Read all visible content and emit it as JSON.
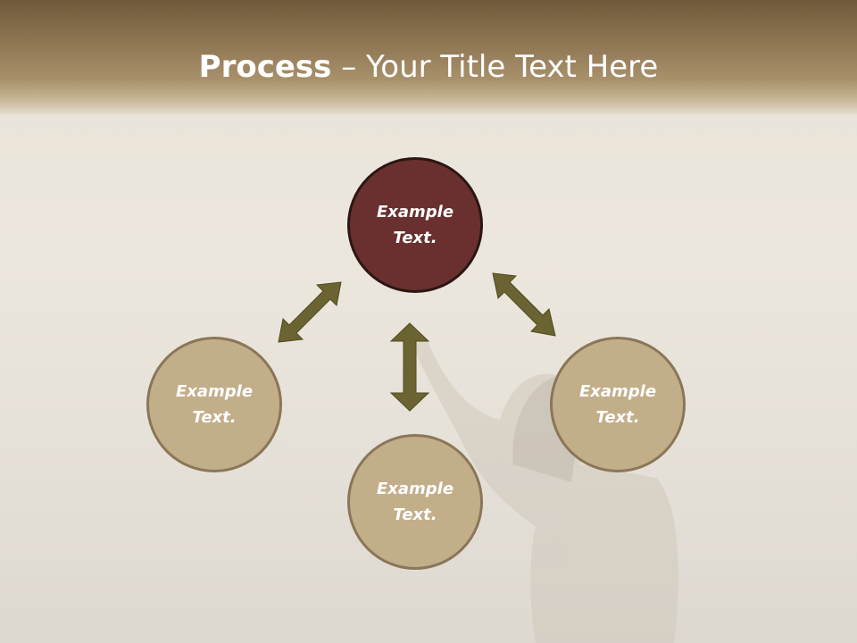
{
  "slide": {
    "title_bold": "Process",
    "title_sep": " – ",
    "title_rest": "Your Title Text Here"
  },
  "nodes": {
    "top": {
      "label": "Example Text."
    },
    "left": {
      "label": "Example Text."
    },
    "right": {
      "label": "Example Text."
    },
    "bottom": {
      "label": "Example Text."
    }
  },
  "colors": {
    "header": "#8c7452",
    "main_node": "#69302f",
    "side_node": "#c3ae8a",
    "arrow": "#6b6432"
  }
}
